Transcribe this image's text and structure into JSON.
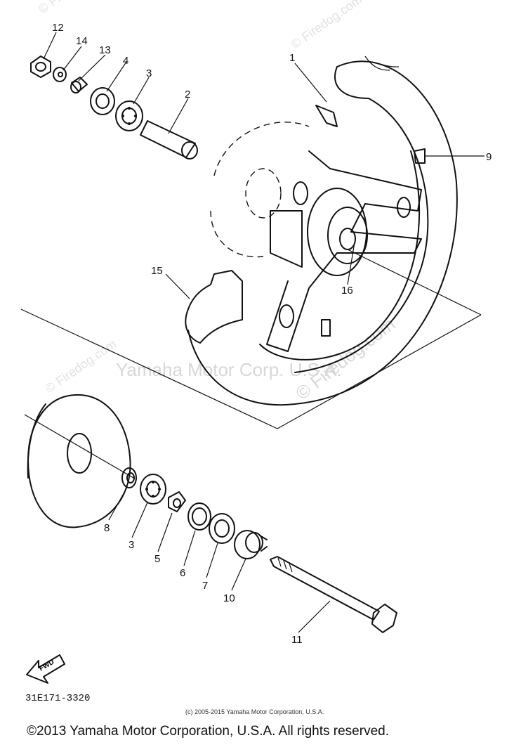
{
  "callouts": [
    "12",
    "14",
    "13",
    "4",
    "3",
    "2",
    "1",
    "9",
    "15",
    "16",
    "8",
    "3",
    "5",
    "6",
    "7",
    "10",
    "11"
  ],
  "fwd_label": "FWD",
  "catalog_number": "31E171-3320",
  "small_copyright": "(c) 2005-2015 Yamaha Motor Corporation, U.S.A.",
  "copyright": "©2013 Yamaha Motor Corporation, U.S.A. All rights reserved.",
  "watermarks": {
    "firedog": "© Firedog.com",
    "yamaha": "Yamaha Motor Corp. U.S.A."
  }
}
